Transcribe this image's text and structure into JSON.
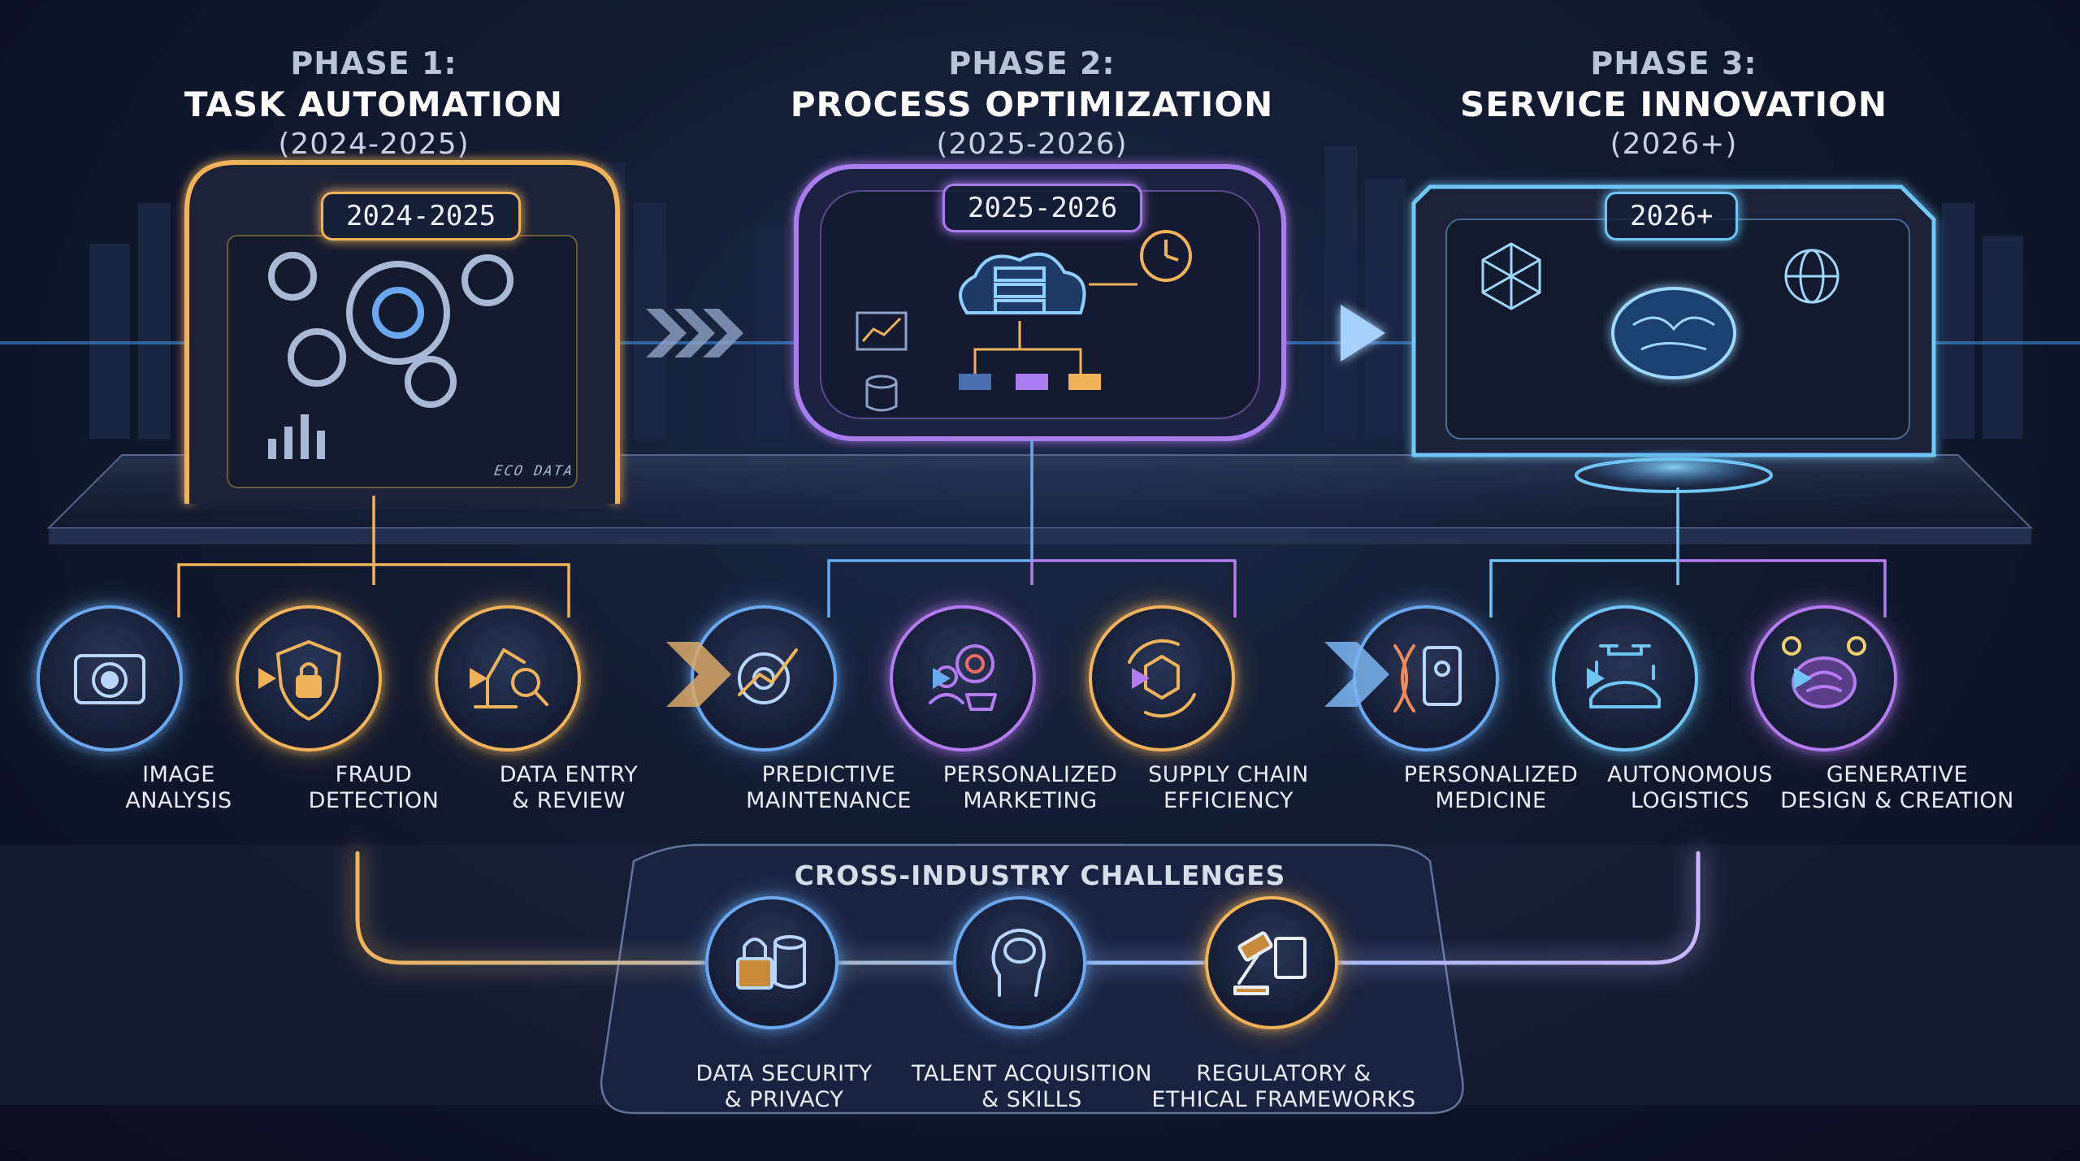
{
  "phases": [
    {
      "label": "PHASE 1:",
      "title": "TASK AUTOMATION",
      "period": "(2024-2025)",
      "badge": "2024-2025",
      "color": "#f0b35a"
    },
    {
      "label": "PHASE 2:",
      "title": "PROCESS OPTIMIZATION",
      "period": "(2025-2026)",
      "badge": "2025-2026",
      "color": "#a97cf0"
    },
    {
      "label": "PHASE 3:",
      "title": "SERVICE INNOVATION",
      "period": "(2026+)",
      "badge": "2026+",
      "color": "#6fc6f5"
    }
  ],
  "use_cases": [
    {
      "line1": "IMAGE",
      "line2": "ANALYSIS",
      "icon": "camera-icon",
      "color": "#6aa8f0"
    },
    {
      "line1": "FRAUD",
      "line2": "DETECTION",
      "icon": "shield-lock-icon",
      "color": "#f0b35a"
    },
    {
      "line1": "DATA ENTRY",
      "line2": "& REVIEW",
      "icon": "robot-arm-icon",
      "color": "#f0b35a"
    },
    {
      "line1": "PREDICTIVE",
      "line2": "MAINTENANCE",
      "icon": "gear-wrench-icon",
      "color": "#6aa8f0"
    },
    {
      "line1": "PERSONALIZED",
      "line2": "MARKETING",
      "icon": "target-cart-icon",
      "color": "#b47cf0"
    },
    {
      "line1": "SUPPLY CHAIN",
      "line2": "EFFICIENCY",
      "icon": "supply-box-icon",
      "color": "#f0b35a"
    },
    {
      "line1": "PERSONALIZED",
      "line2": "MEDICINE",
      "icon": "dna-tablet-icon",
      "color": "#6aa8f0"
    },
    {
      "line1": "AUTONOMOUS",
      "line2": "LOGISTICS",
      "icon": "drone-car-icon",
      "color": "#6fc6f5"
    },
    {
      "line1": "GENERATIVE",
      "line2": "DESIGN & CREATION",
      "icon": "brain-bulb-icon",
      "color": "#b47cf0"
    }
  ],
  "challenges": {
    "title": "CROSS-INDUSTRY CHALLENGES",
    "items": [
      {
        "line1": "DATA SECURITY",
        "line2": "& PRIVACY",
        "icon": "lock-database-icon",
        "color": "#6aa8f0"
      },
      {
        "line1": "TALENT ACQUISITION",
        "line2": "& SKILLS",
        "icon": "head-brain-icon",
        "color": "#6aa8f0"
      },
      {
        "line1": "REGULATORY &",
        "line2": "ETHICAL FRAMEWORKS",
        "icon": "gavel-icon",
        "color": "#f0b35a"
      }
    ]
  },
  "panel_display": {
    "caption": "ECO DATA"
  }
}
